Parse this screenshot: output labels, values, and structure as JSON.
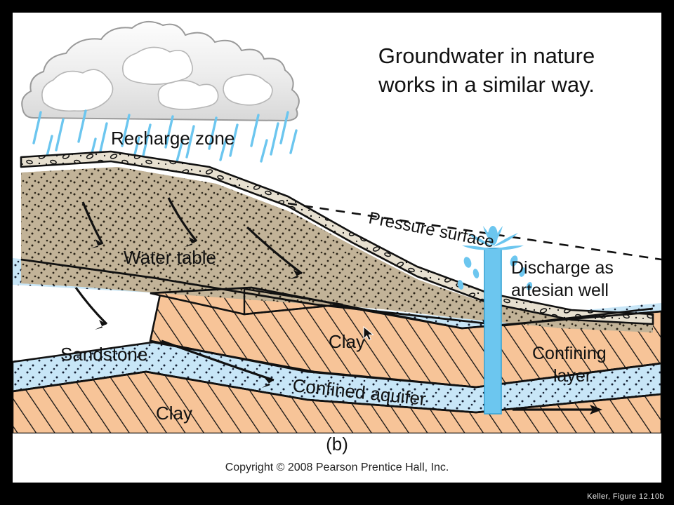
{
  "slide": {
    "title_line1": "Groundwater in nature",
    "title_line2": "works in a similar way.",
    "figure_caption": "(b)",
    "copyright": "Copyright © 2008 Pearson Prentice Hall, Inc.",
    "attribution": "Keller, Figure 12.10b",
    "background": "#ffffff",
    "frame": "#000000"
  },
  "diagram": {
    "type": "geologic-cross-section",
    "labels": {
      "recharge_zone": "Recharge zone",
      "pressure_surface": "Pressure surface",
      "discharge_line1": "Discharge as",
      "discharge_line2": "artesian well",
      "water_table": "Water table",
      "sandstone": "Sandstone",
      "clay_upper": "Clay",
      "clay_lower": "Clay",
      "confined_aquifer": "Confined aquifer",
      "confining_line1": "Confining",
      "confining_line2": "layer"
    },
    "layers": [
      {
        "name": "topsoil",
        "label": "",
        "color": "#e7e0d0",
        "pattern": "pebbles"
      },
      {
        "name": "unsaturated-zone",
        "label": "",
        "color": "#c2b398",
        "pattern": "dots"
      },
      {
        "name": "sandstone-aquifer",
        "label": "Sandstone",
        "color": "#c8e6f7",
        "pattern": "dots"
      },
      {
        "name": "clay-confining-bed",
        "label": "Clay",
        "color": "#f7c498",
        "pattern": "hatch"
      },
      {
        "name": "confined-aquifer",
        "label": "Confined aquifer",
        "color": "#c8e6f7",
        "pattern": "dots"
      },
      {
        "name": "clay-basal",
        "label": "Clay",
        "color": "#f7c498",
        "pattern": "hatch"
      }
    ],
    "colors": {
      "rain": "#6cc6ef",
      "well_water": "#6cc6ef",
      "cloud_fill": "#e9e9e9",
      "cloud_highlight": "#ffffff",
      "cloud_stroke": "#9a9a9a",
      "outline": "#111111"
    },
    "features": {
      "well": "artesian-well",
      "rain_drop_count": 22,
      "flow_arrows": 6,
      "pressure_surface_style": "dashed"
    }
  }
}
